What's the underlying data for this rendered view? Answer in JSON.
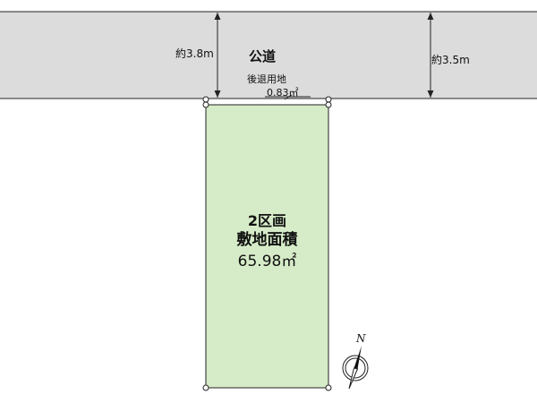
{
  "road": {
    "name": "公道",
    "width_left": "約3.8m",
    "width_right": "約3.5m"
  },
  "setback": {
    "name": "後退用地",
    "area": "0.83㎡"
  },
  "lot": {
    "name": "2区画",
    "area_label": "敷地面積",
    "area": "65.98㎡"
  },
  "compass": {
    "label": "N"
  },
  "colors": {
    "road_fill": "#dcdcdc",
    "lot_fill": "#d6ecc8",
    "line": "#222222"
  }
}
